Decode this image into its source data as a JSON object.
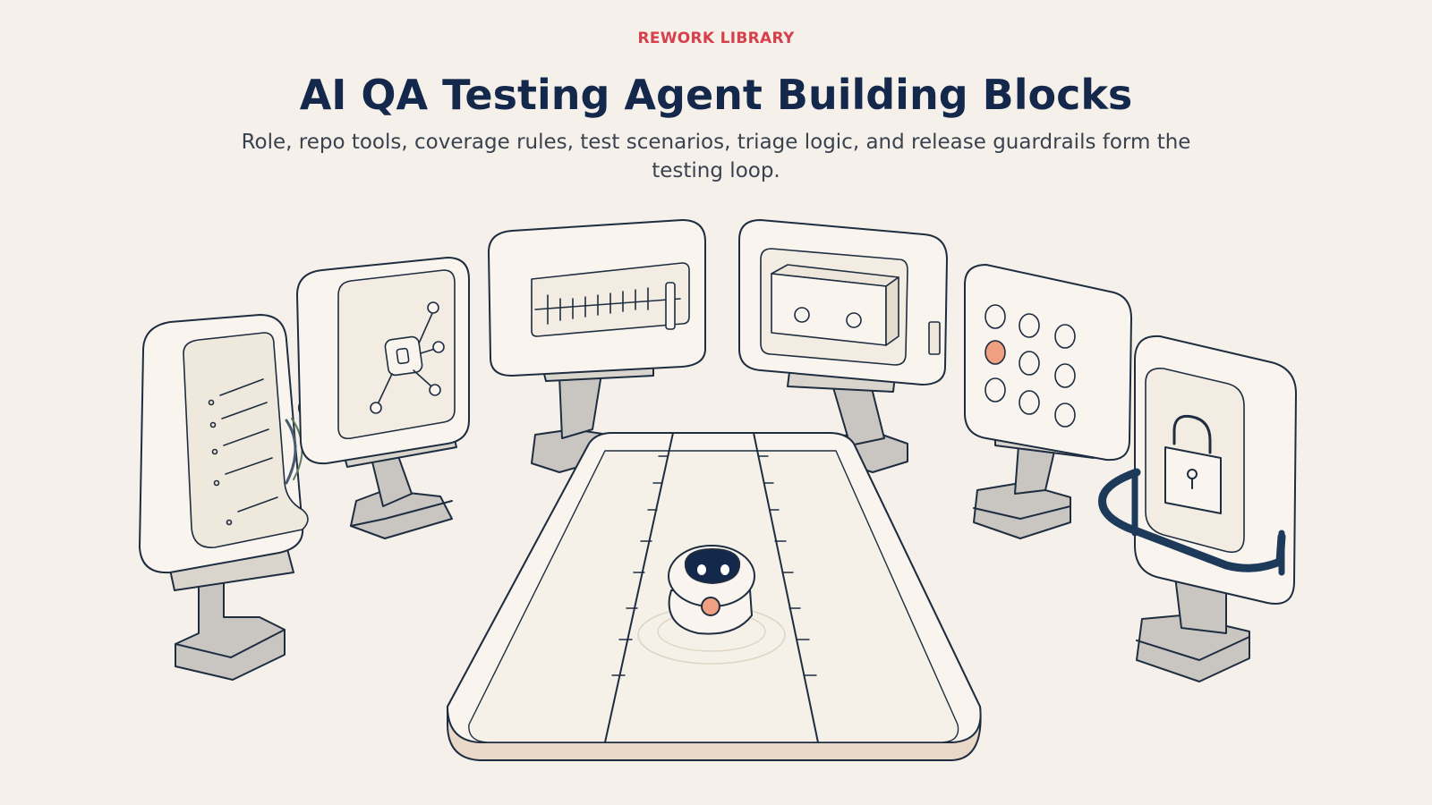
{
  "header": {
    "eyebrow": "REWORK LIBRARY",
    "title": "AI QA Testing Agent Building Blocks",
    "subtitle": "Role, repo tools, coverage rules, test scenarios, triage logic, and release guardrails form the testing loop."
  },
  "illustration": {
    "panels": [
      {
        "icon": "document-icon"
      },
      {
        "icon": "network-hub-icon"
      },
      {
        "icon": "ruler-gauge-icon"
      },
      {
        "icon": "test-box-icon"
      },
      {
        "icon": "dot-grid-icon"
      },
      {
        "icon": "padlock-icon"
      }
    ],
    "center": "robot-agent-icon",
    "colors": {
      "accent": "#f0a080",
      "ink": "#1e2d40",
      "navy": "#14284b",
      "panel": "#f9f5ee",
      "shadow": "#e8d8c8"
    }
  }
}
